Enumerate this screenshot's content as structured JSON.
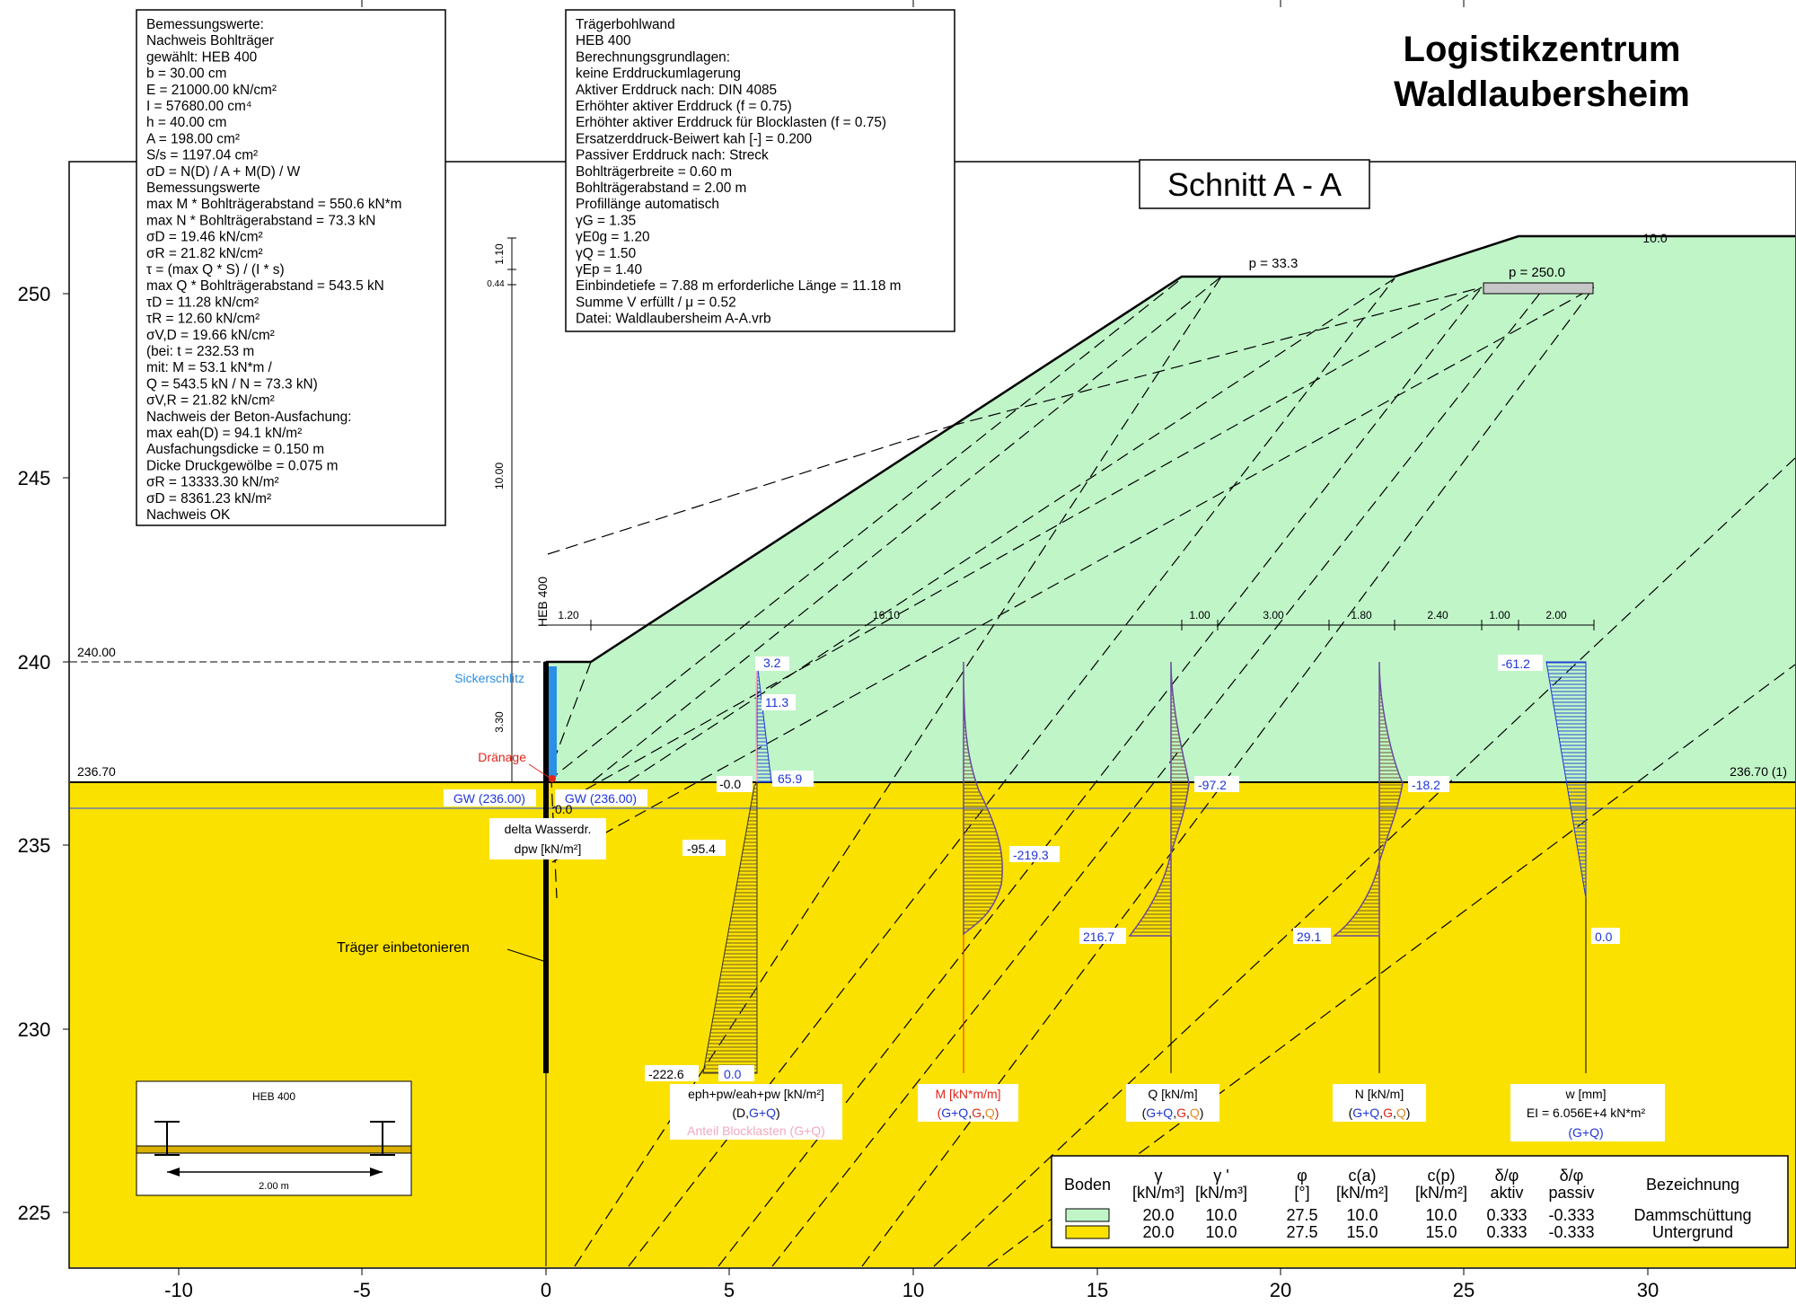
{
  "header": {
    "title_line1": "Logistikzentrum",
    "title_line2": "Waldlaubersheim",
    "section": "Schnitt A - A"
  },
  "axes": {
    "x_ticks": [
      "-10",
      "-5",
      "0",
      "5",
      "10",
      "15",
      "20",
      "25",
      "30"
    ],
    "x_values": [
      -10,
      -5,
      0,
      5,
      10,
      15,
      20,
      25,
      30
    ],
    "y_ticks": [
      "225",
      "230",
      "235",
      "240",
      "245",
      "250"
    ],
    "y_values": [
      225,
      230,
      235,
      240,
      245,
      250
    ]
  },
  "box_left": {
    "lines": [
      "Bemessungswerte:",
      "Nachweis Bohlträger",
      "gewählt: HEB 400",
      "b = 30.00 cm",
      "E = 21000.00 kN/cm²",
      "I = 57680.00 cm⁴",
      "h = 40.00 cm",
      "A = 198.00 cm²",
      "S/s = 1197.04 cm²",
      "σD = N(D) / A + M(D) / W",
      "Bemessungswerte",
      "max M * Bohlträgerabstand = 550.6 kN*m",
      "max N * Bohlträgerabstand = 73.3 kN",
      "σD = 19.46 kN/cm²",
      "σR = 21.82 kN/cm²",
      "τ = (max Q * S) / (I * s)",
      "max Q * Bohlträgerabstand = 543.5 kN",
      "τD = 11.28 kN/cm²",
      "τR = 12.60 kN/cm²",
      "σV,D = 19.66 kN/cm²",
      "   (bei: t = 232.53 m",
      "    mit: M = 53.1 kN*m /",
      "    Q = 543.5 kN / N = 73.3 kN)",
      "σV,R = 21.82 kN/cm²",
      "Nachweis der Beton-Ausfachung:",
      "max eah(D) = 94.1 kN/m²",
      "Ausfachungsdicke = 0.150 m",
      "Dicke Druckgewölbe = 0.075 m",
      "σR = 13333.30 kN/m²",
      "σD = 8361.23 kN/m²",
      "Nachweis OK"
    ]
  },
  "box_right": {
    "lines": [
      "Trägerbohlwand",
      "HEB 400",
      "Berechnungsgrundlagen:",
      "keine Erddruckumlagerung",
      "Aktiver Erddruck nach: DIN 4085",
      "Erhöhter aktiver Erddruck (f = 0.75)",
      "Erhöhter aktiver Erddruck für Blocklasten (f = 0.75)",
      "Ersatzerddruck-Beiwert kah [-] = 0.200",
      "Passiver Erddruck nach: Streck",
      "Bohlträgerbreite = 0.60 m",
      "Bohlträgerabstand = 2.00 m",
      "Profillänge automatisch",
      "γG = 1.35",
      "γE0g = 1.20",
      "γQ = 1.50",
      "γEp = 1.40",
      "Einbindetiefe = 7.88 m  erforderliche Länge = 11.18 m",
      "Summe V erfüllt / μ = 0.52",
      "Datei: Waldlaubersheim A-A.vrb"
    ]
  },
  "dims": {
    "vertical": [
      "1.10",
      "0.44",
      "10.00",
      "3.30"
    ],
    "horizontal": [
      "1.20",
      "16.10",
      "1.00",
      "3.00",
      "1.80",
      "2.40",
      "1.00",
      "2.00"
    ],
    "heb_label": "HEB 400"
  },
  "levels": {
    "top": "240.00",
    "ground": "236.70",
    "ground_right": "236.70 (1)",
    "gw_left": "GW (236.00)",
    "gw_right": "GW (236.00)"
  },
  "annotations": {
    "sickerschlitz": "Sickerschlitz",
    "draenage": "Dränage",
    "dpw_value": "0.0",
    "delta_line1": "delta Wasserdr.",
    "delta_line2": "dpw [kN/m²]",
    "traeger": "Träger einbetonieren",
    "load_p1": "p = 33.3",
    "load_p2": "p = 250.0",
    "load_top": "10.0"
  },
  "diagrams": {
    "pressure": {
      "v1": "3.2",
      "v2": "11.3",
      "v3": "65.9",
      "v4": "-0.0",
      "v5": "-95.4",
      "v6": "-222.6",
      "v7": "0.0",
      "label1": "eph+pw/eah+pw [kN/m²]",
      "label2_a": "(D,",
      "label2_b": "G+Q",
      "label2_c": ")",
      "label3": "Anteil Blocklasten (G+Q)"
    },
    "moment": {
      "v1": "-219.3",
      "label1": "M [kN*m/m]",
      "lc_a": "(",
      "lc_b": "G+Q",
      ",": ",",
      "lc_c": "G",
      ",2": ",",
      "lc_d": "Q",
      "lc_e": ")"
    },
    "shear": {
      "v1": "-97.2",
      "v2": "216.7",
      "label1": "Q [kN/m]"
    },
    "normal": {
      "v1": "-18.2",
      "v2": "29.1",
      "label1": "N [kN/m]"
    },
    "deflection": {
      "v1": "-61.2",
      "v2": "0.0",
      "label1": "w [mm]",
      "label2": "EI =  6.056E+4 kN*m²",
      "label3": "(G+Q)"
    }
  },
  "inset": {
    "title": "HEB 400",
    "spacing": "2.00 m"
  },
  "soil_table": {
    "headers_row1": [
      "Boden",
      "γ",
      "γ '",
      "φ",
      "c(a)",
      "c(p)",
      "δ/φ",
      "δ/φ",
      "Bezeichnung"
    ],
    "headers_row2": [
      "",
      "[kN/m³]",
      "[kN/m³]",
      "[°]",
      "[kN/m²]",
      "[kN/m²]",
      "aktiv",
      "passiv",
      ""
    ],
    "rows": [
      {
        "color": "#c0f5c8",
        "values": [
          "20.0",
          "10.0",
          "27.5",
          "10.0",
          "10.0",
          "0.333",
          "-0.333",
          "Dammschüttung"
        ]
      },
      {
        "color": "#fbe100",
        "values": [
          "20.0",
          "10.0",
          "27.5",
          "15.0",
          "15.0",
          "0.333",
          "-0.333",
          "Untergrund"
        ]
      }
    ]
  },
  "colors": {
    "fill_fill": "#c0f5c8",
    "subsoil": "#fbe100",
    "blue_label": "#1f35d6",
    "red_label": "#e0261b",
    "orange_label": "#e08a1e",
    "pink_label": "#f4a8bf",
    "drain_blue": "#2b8fe6"
  }
}
